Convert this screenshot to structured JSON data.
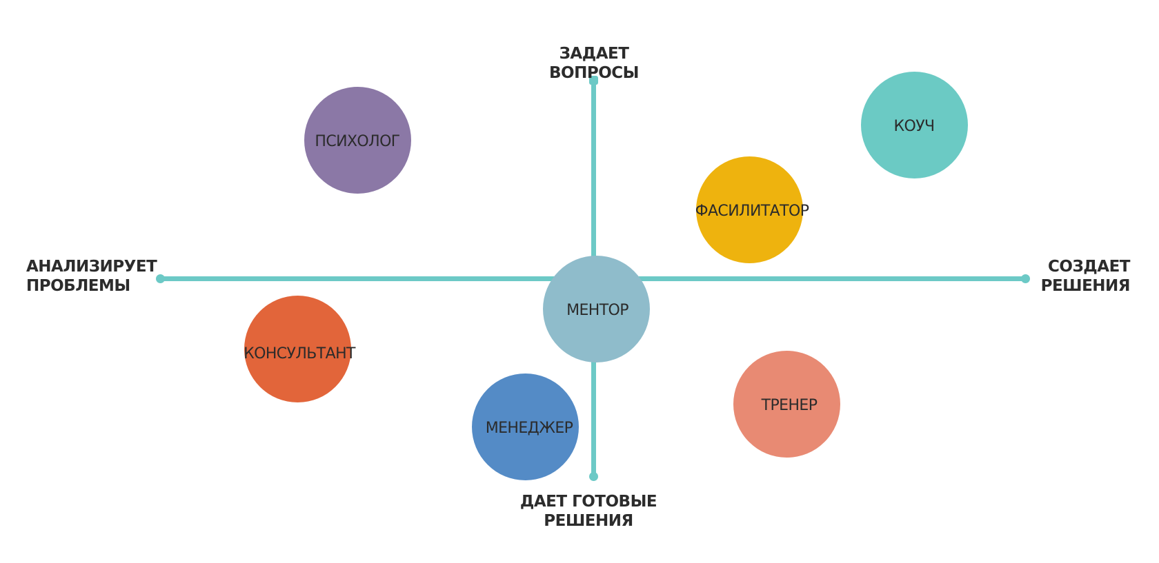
{
  "axes": {
    "top": "ЗАДАЕТ ВОПРОСЫ",
    "bottom": "ДАЕТ ГОТОВЫЕ\nРЕШЕНИЯ",
    "left": "АНАЛИЗИРУЕТ\nПРОБЛЕМЫ",
    "right": "СОЗДАЕТ\nРЕШЕНИЯ"
  },
  "roles": {
    "psychologist": "ПСИХОЛОГ",
    "coach": "КОУЧ",
    "facilitator": "ФАСИЛИТАТОР",
    "mentor": "МЕНТОР",
    "consultant": "КОНСУЛЬТАНТ",
    "manager": "МЕНЕДЖЕР",
    "trainer": "ТРЕНЕР"
  },
  "colors": {
    "axis": "#6cc9c6",
    "psychologist": "#8b78a6",
    "coach": "#6bcac4",
    "facilitator": "#eeb30e",
    "mentor": "#8fbccb",
    "consultant": "#e2653a",
    "manager": "#548bc6",
    "trainer": "#e88a73"
  }
}
